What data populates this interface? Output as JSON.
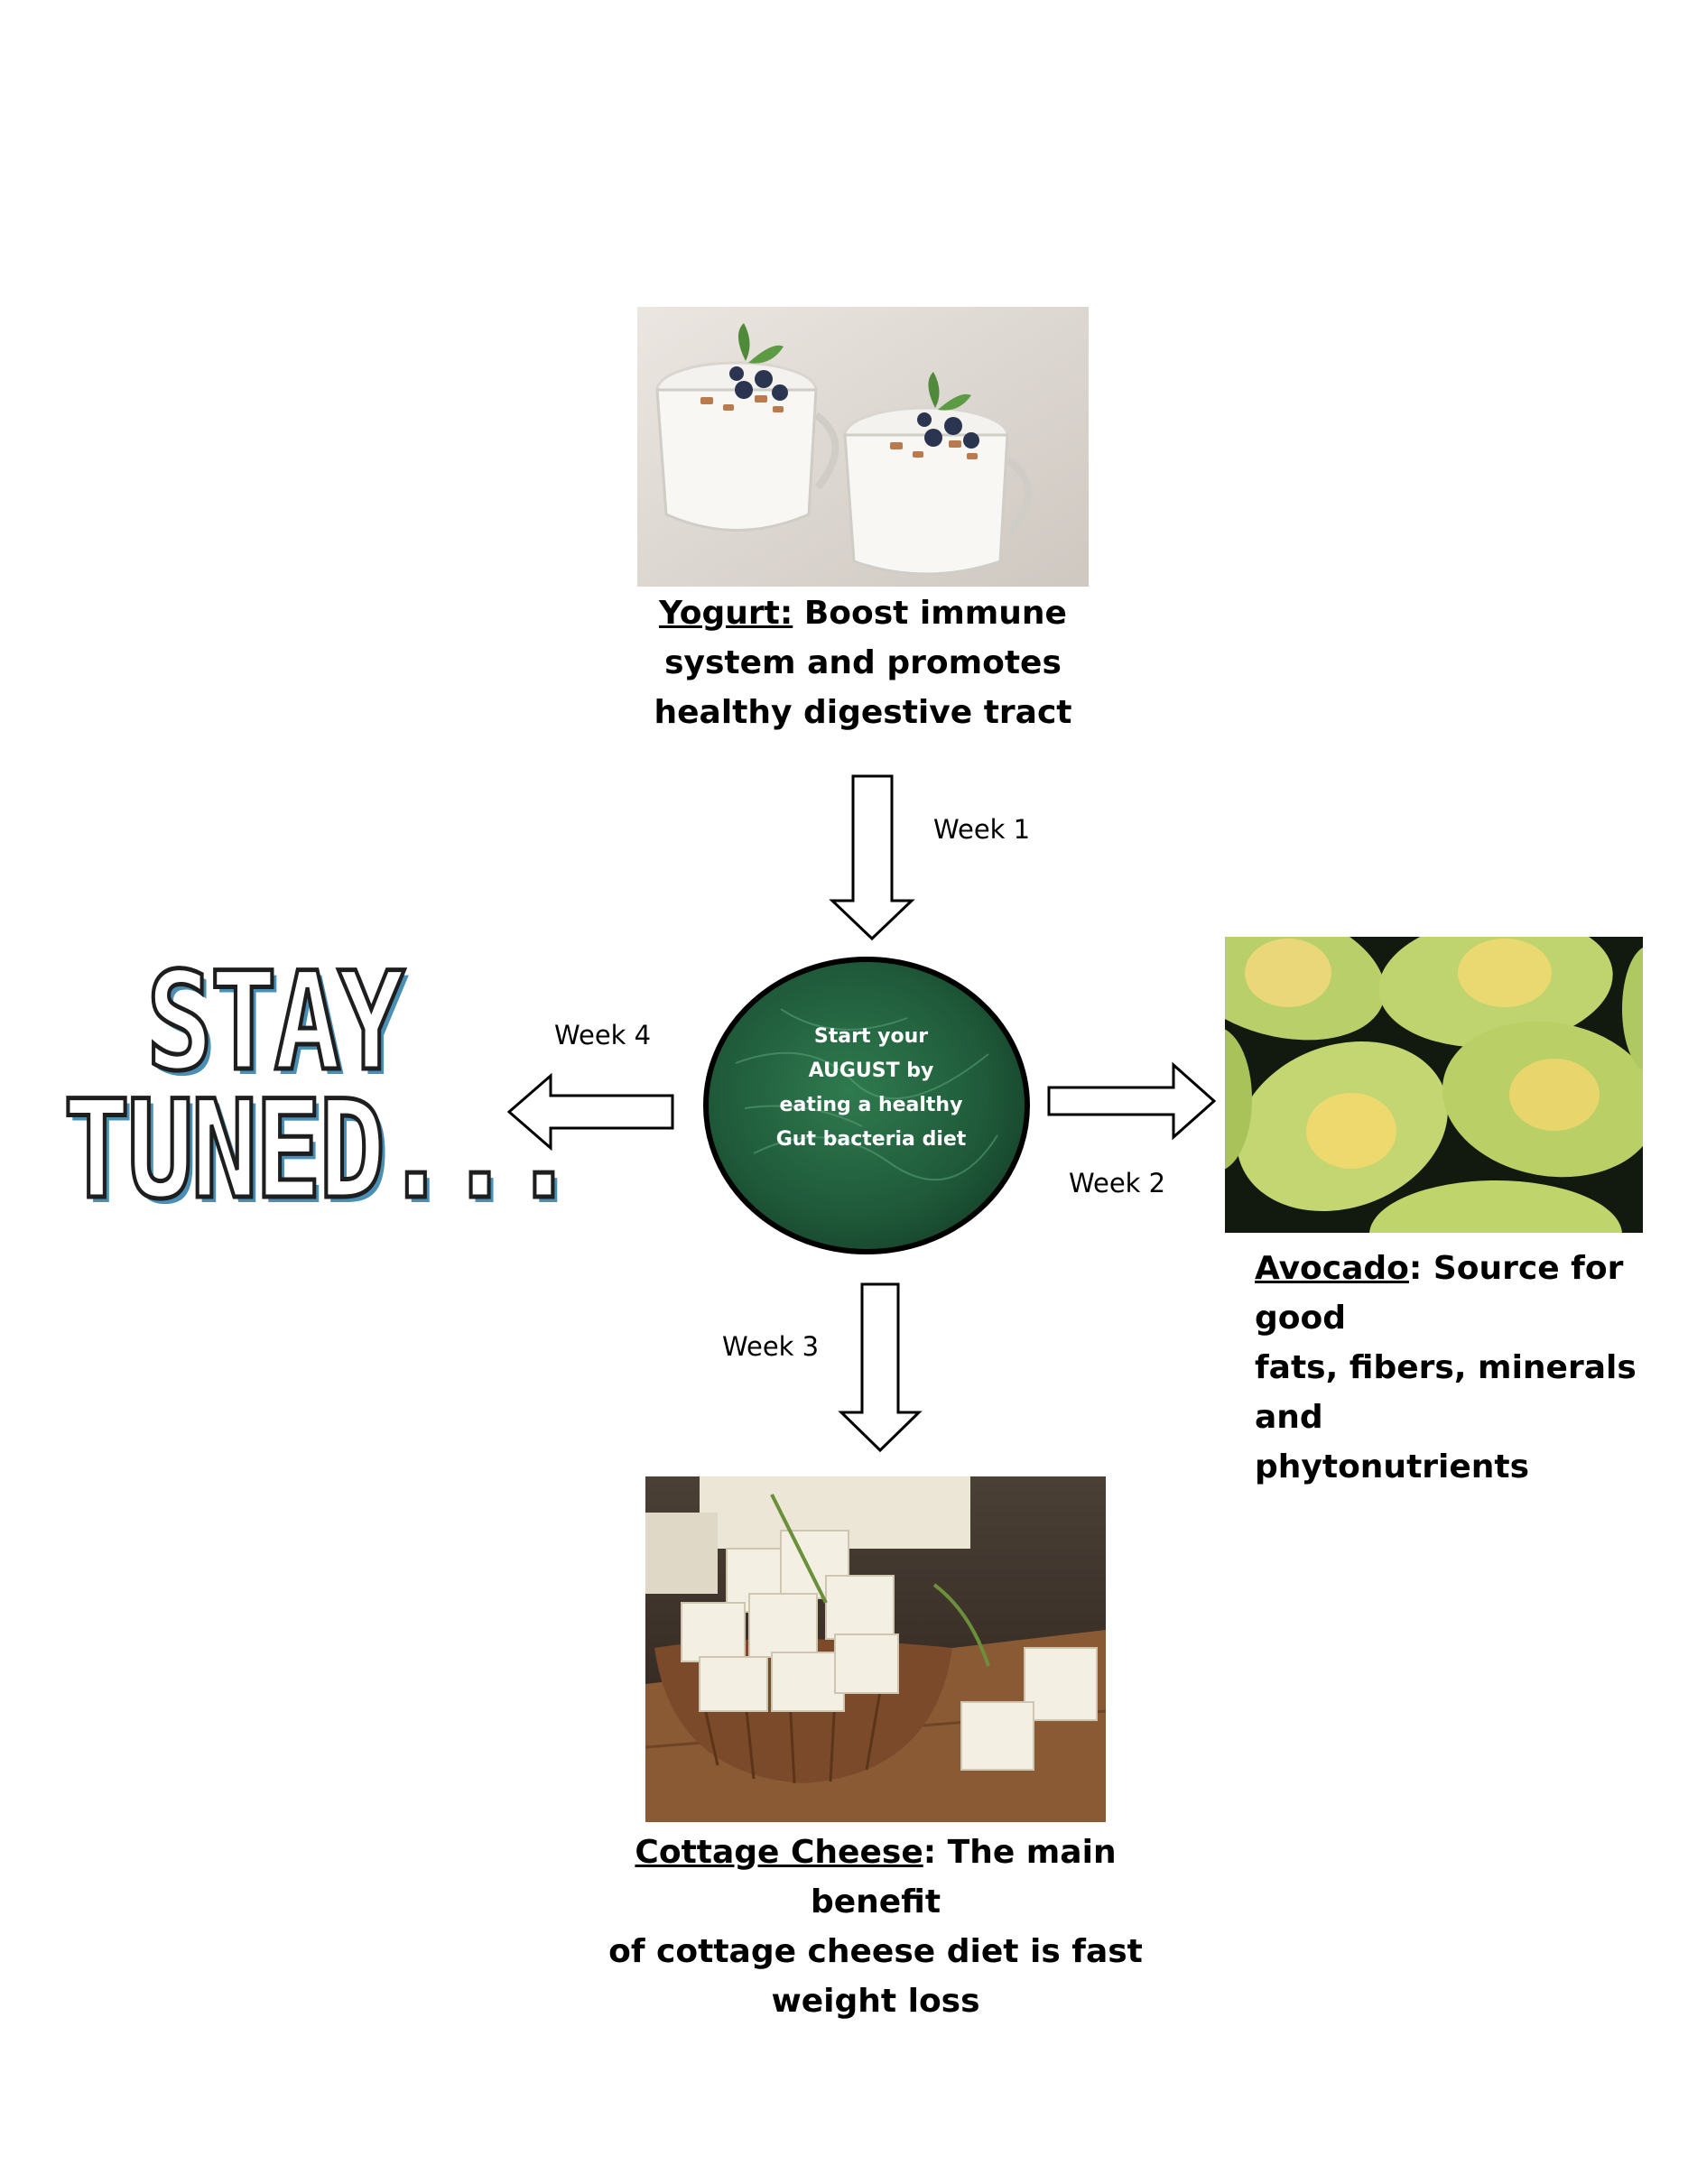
{
  "yogurt": {
    "name": "Yogurt:",
    "line1": " Boost immune",
    "line2": "system and promotes",
    "line3": "healthy digestive tract"
  },
  "center": {
    "line1": "Start your",
    "line2": "AUGUST by",
    "line3": "eating a healthy",
    "line4": "Gut bacteria diet"
  },
  "weeks": {
    "week1": "Week 1",
    "week2": "Week 2",
    "week3": "Week 3",
    "week4": "Week 4"
  },
  "avocado": {
    "name": "Avocado",
    "line1": ": Source for good",
    "line2": "fats, fibers, minerals and",
    "line3": "phytonutrients"
  },
  "cheese": {
    "name": "Cottage Cheese",
    "line1": ": The main benefit",
    "line2": "of cottage cheese diet is fast",
    "line3": "weight loss"
  },
  "stay_tuned": {
    "line1": "STAY",
    "line2": "TUNED..."
  },
  "colors": {
    "circle_green": "#1f5a3a",
    "stay_shadow": "#4a8fb5"
  }
}
